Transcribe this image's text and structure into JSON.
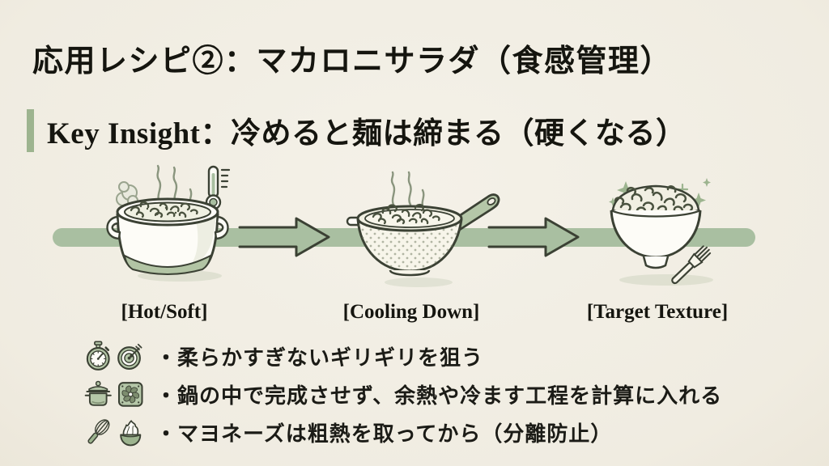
{
  "slide": {
    "title": "応用レシピ②：マカロニサラダ（食感管理）",
    "key_insight": "Key Insight：冷めると麺は締まる（硬くなる）",
    "process": {
      "stages": [
        {
          "icon": "steaming-pot-illustration",
          "label": "[Hot/Soft]"
        },
        {
          "icon": "colander-illustration",
          "label": "[Cooling Down]"
        },
        {
          "icon": "salad-bowl-fork-illustration",
          "label": "[Target Texture]"
        }
      ]
    },
    "bullets": [
      {
        "icons": [
          "stopwatch-icon",
          "target-icon"
        ],
        "text": "・柔らかすぎないギリギリを狙う"
      },
      {
        "icons": [
          "pot-icon",
          "exhaust-fan-icon"
        ],
        "text": "・鍋の中で完成させず、余熱や冷ます工程を計算に入れる"
      },
      {
        "icons": [
          "whisk-icon",
          "mayonnaise-bowl-icon"
        ],
        "text": "・マヨネーズは粗熱を取ってから（分離防止）"
      }
    ],
    "colors": {
      "background": "#f2efe6",
      "accent_green": "#a9bfa1",
      "accent_green_dark": "#9db48f",
      "icon_fill": "#b5c7a8",
      "outline": "#3b4134",
      "text": "#1b1b16"
    }
  }
}
